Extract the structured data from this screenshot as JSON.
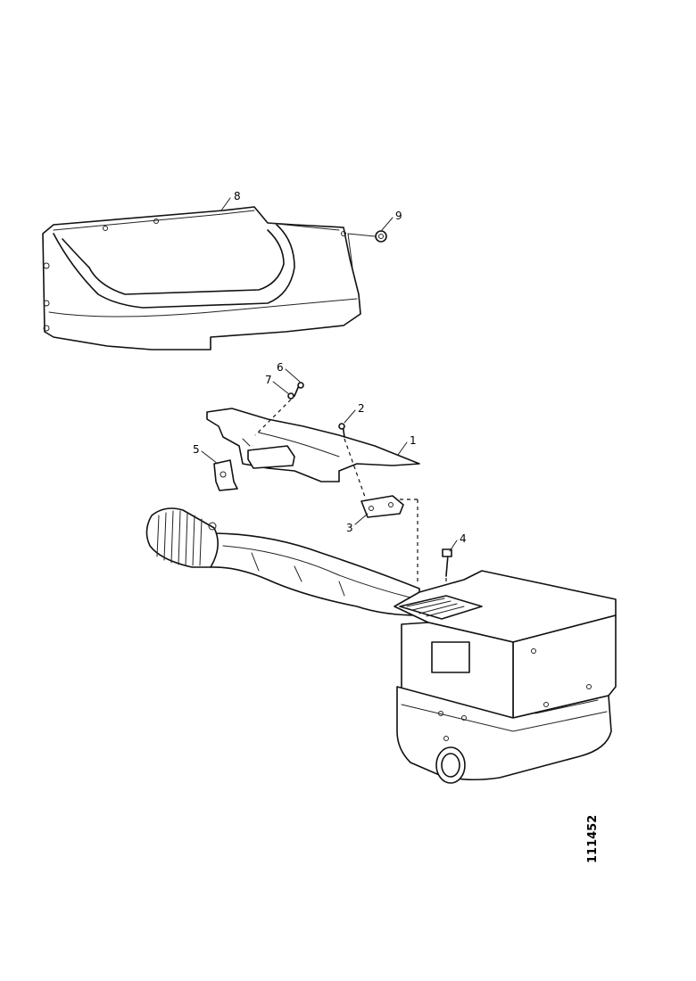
{
  "callouts": {
    "c1": "1",
    "c2": "2",
    "c3": "3",
    "c4": "4",
    "c5": "5",
    "c6": "6",
    "c7": "7",
    "c8": "8",
    "c9": "9"
  },
  "drawing_number": "111452"
}
